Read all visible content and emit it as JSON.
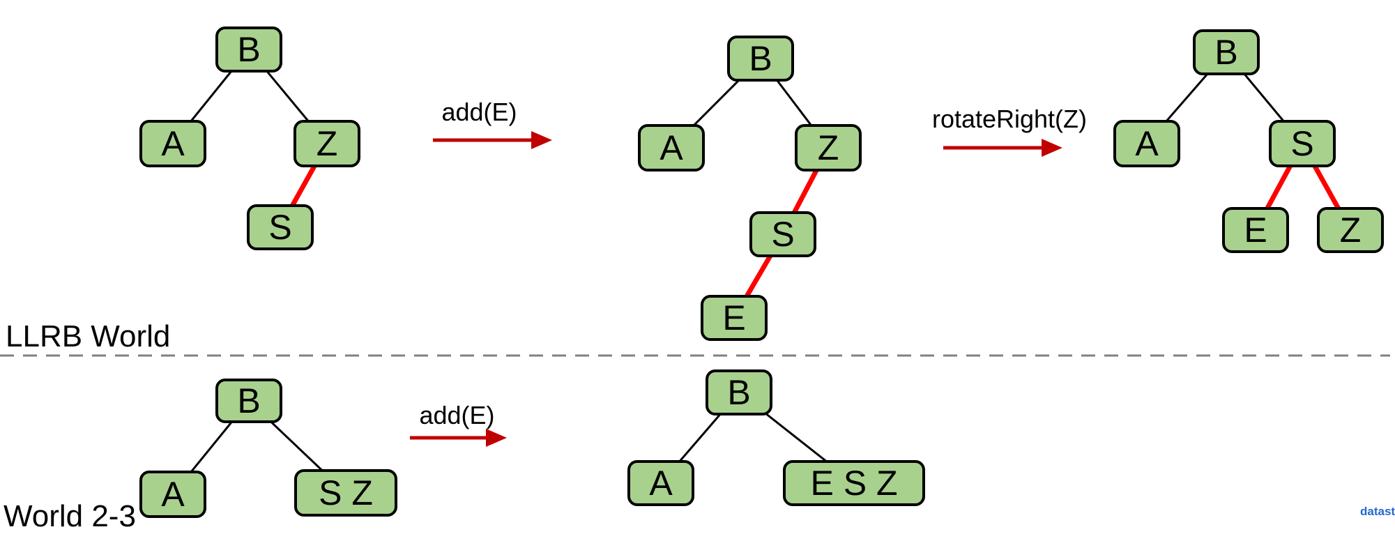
{
  "colors": {
    "node_fill": "#A9D18E",
    "node_border": "#000000",
    "edge_black": "#000000",
    "edge_red": "#FF0000",
    "arrow_red": "#C00000",
    "divider_gray": "#808080",
    "watermark_blue": "#2569CF",
    "text_black": "#000000"
  },
  "sections": {
    "llrb_label": "LLRB World",
    "two_three_label": "World 2-3"
  },
  "arrows": [
    {
      "id": "add-e-top",
      "label": "add(E)"
    },
    {
      "id": "rotate-right",
      "label": "rotateRight(Z)"
    },
    {
      "id": "add-e-bottom",
      "label": "add(E)"
    }
  ],
  "watermark": "datast",
  "trees": {
    "llrb_before": {
      "nodes": [
        {
          "id": "b",
          "label": "B"
        },
        {
          "id": "a",
          "label": "A"
        },
        {
          "id": "z",
          "label": "Z"
        },
        {
          "id": "s",
          "label": "S"
        }
      ],
      "edges": [
        {
          "from": "B",
          "to": "A",
          "color": "black"
        },
        {
          "from": "B",
          "to": "Z",
          "color": "black"
        },
        {
          "from": "Z",
          "to": "S",
          "color": "red"
        }
      ]
    },
    "llrb_after_add": {
      "nodes": [
        {
          "id": "b",
          "label": "B"
        },
        {
          "id": "a",
          "label": "A"
        },
        {
          "id": "z",
          "label": "Z"
        },
        {
          "id": "s",
          "label": "S"
        },
        {
          "id": "e",
          "label": "E"
        }
      ],
      "edges": [
        {
          "from": "B",
          "to": "A",
          "color": "black"
        },
        {
          "from": "B",
          "to": "Z",
          "color": "black"
        },
        {
          "from": "Z",
          "to": "S",
          "color": "red"
        },
        {
          "from": "S",
          "to": "E",
          "color": "red"
        }
      ]
    },
    "llrb_after_rotate": {
      "nodes": [
        {
          "id": "b",
          "label": "B"
        },
        {
          "id": "a",
          "label": "A"
        },
        {
          "id": "s",
          "label": "S"
        },
        {
          "id": "e",
          "label": "E"
        },
        {
          "id": "z",
          "label": "Z"
        }
      ],
      "edges": [
        {
          "from": "B",
          "to": "A",
          "color": "black"
        },
        {
          "from": "B",
          "to": "S",
          "color": "black"
        },
        {
          "from": "S",
          "to": "E",
          "color": "red"
        },
        {
          "from": "S",
          "to": "Z",
          "color": "red"
        }
      ]
    },
    "two_three_before": {
      "nodes": [
        {
          "id": "b",
          "label": "B"
        },
        {
          "id": "a",
          "label": "A"
        },
        {
          "id": "sz",
          "label": "S Z"
        }
      ],
      "edges": [
        {
          "from": "B",
          "to": "A",
          "color": "black"
        },
        {
          "from": "B",
          "to": "S Z",
          "color": "black"
        }
      ]
    },
    "two_three_after": {
      "nodes": [
        {
          "id": "b",
          "label": "B"
        },
        {
          "id": "a",
          "label": "A"
        },
        {
          "id": "esz",
          "label": "E S Z"
        }
      ],
      "edges": [
        {
          "from": "B",
          "to": "A",
          "color": "black"
        },
        {
          "from": "B",
          "to": "E S Z",
          "color": "black"
        }
      ]
    }
  }
}
